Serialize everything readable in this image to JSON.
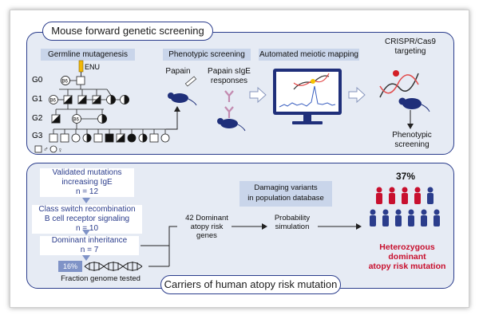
{
  "top": {
    "title": "Mouse forward genetic screening",
    "headers": {
      "germline": "Germline mutagenesis",
      "phenotypic": "Phenotypic screening",
      "meiotic": "Automated meiotic mapping",
      "crispr_line1": "CRISPR/Cas9",
      "crispr_line2": "targeting"
    },
    "generations": [
      "G0",
      "G1",
      "G2",
      "G3"
    ],
    "enu": "ENU",
    "b6": "B6",
    "papain": "Papain",
    "sige_line1": "Papain sIgE",
    "sige_line2": "responses",
    "pheno_line1": "Phenotypic",
    "pheno_line2": "screening"
  },
  "bottom": {
    "title": "Carriers of human atopy risk mutation",
    "box1_line1": "Validated mutations",
    "box1_line2": "increasing IgE",
    "box1_line3": "n = 12",
    "box2_line1": "Class switch recombination",
    "box2_line2": "B cell receptor signaling",
    "box2_line3": "n = 10",
    "box3_line1": "Dominant inheritance",
    "box3_line2": "n = 7",
    "fraction_pct": "16%",
    "fraction_label": "Fraction genome tested",
    "dominant_line1": "42 Dominant",
    "dominant_line2": "atopy risk",
    "dominant_line3": "genes",
    "damaging_line1": "Damaging variants",
    "damaging_line2": "in population database",
    "prob_line1": "Probability",
    "prob_line2": "simulation",
    "percent": "37%",
    "hetero_line1": "Heterozygous",
    "hetero_line2": "dominant",
    "hetero_line3": "atopy risk mutation"
  },
  "colors": {
    "navy": "#2b3d8c",
    "red": "#c8102e",
    "panel": "#e6ebf4",
    "header": "#c9d5ea"
  }
}
